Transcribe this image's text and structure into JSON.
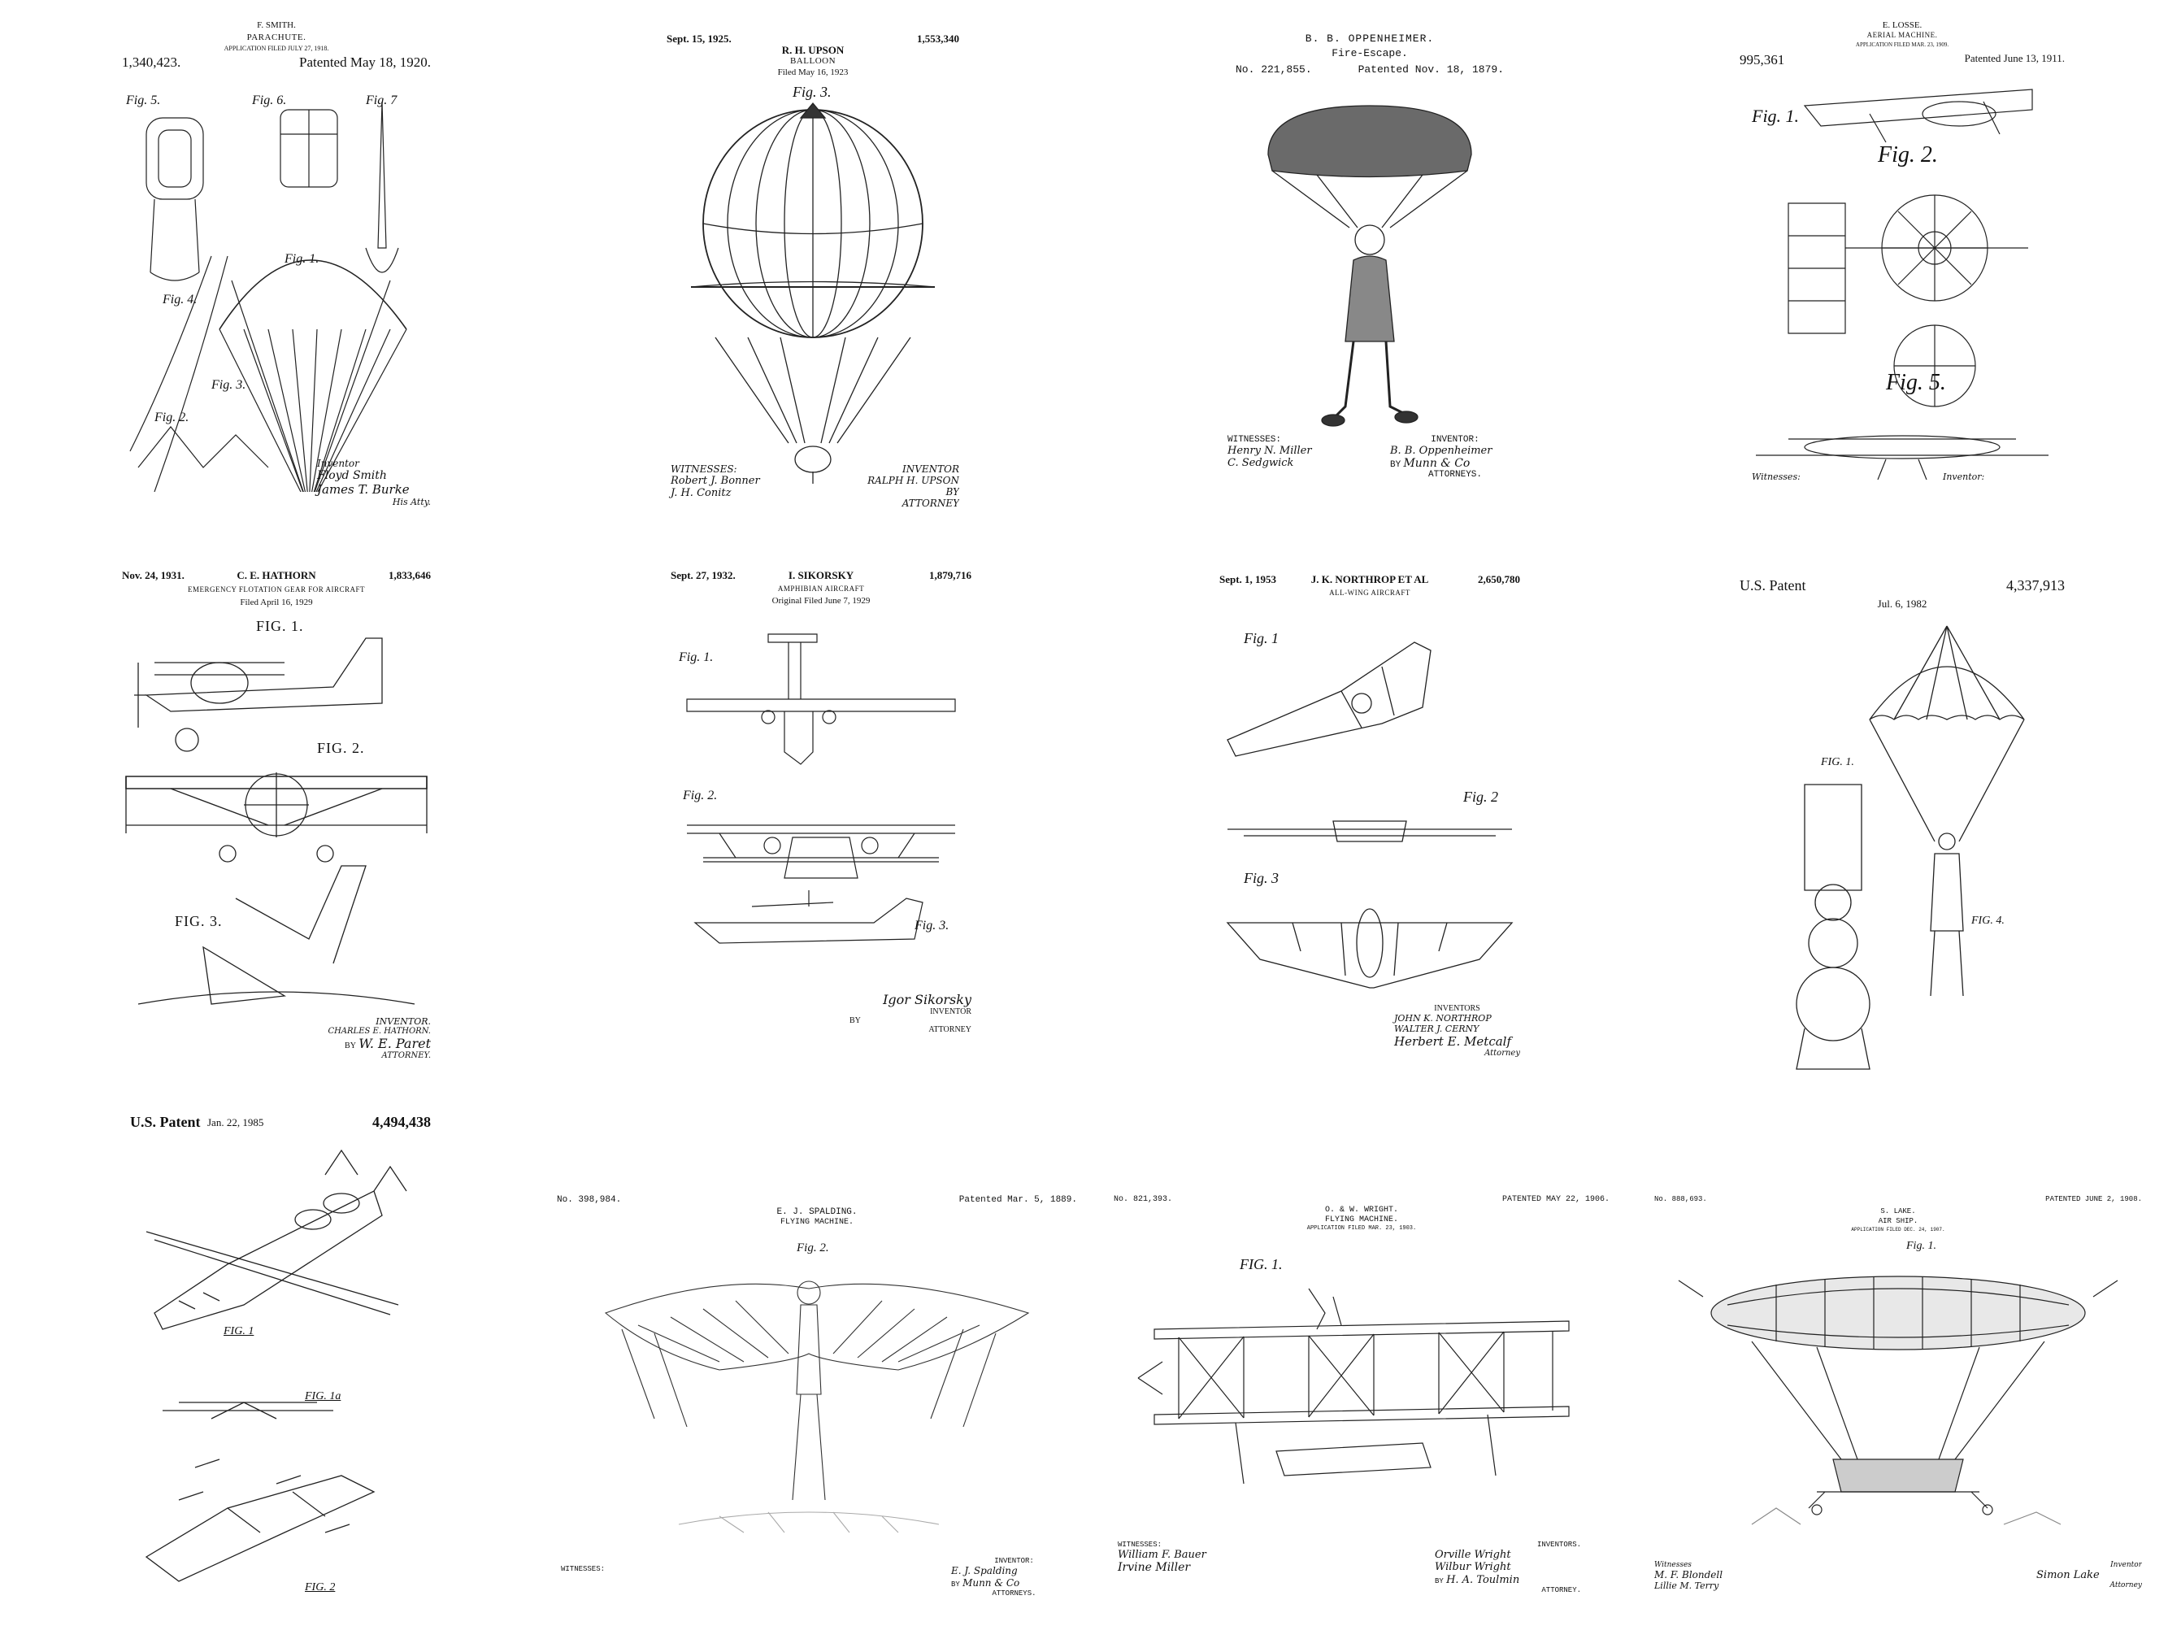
{
  "patents": [
    {
      "inventor": "F. SMITH.",
      "title": "PARACHUTE.",
      "filed": "APPLICATION FILED JULY 27, 1918.",
      "number": "1,340,423.",
      "date": "Patented May 18, 1920.",
      "fig_labels": [
        "Fig. 5.",
        "Fig. 6.",
        "Fig. 7",
        "Fig. 1.",
        "Fig. 4.",
        "Fig. 3.",
        "Fig. 2."
      ],
      "signature_label": "Inventor",
      "inventor_name": "Floyd Smith",
      "attorney_name": "James T. Burke",
      "attorney_label": "His Atty."
    },
    {
      "date": "Sept. 15, 1925.",
      "inventor": "R. H. UPSON",
      "number": "1,553,340",
      "title": "BALLOON",
      "filed": "Filed May 16, 1923",
      "fig_labels": [
        "Fig. 3."
      ],
      "witness_label": "WITNESSES:",
      "witness_names": [
        "Robert J. Bonner",
        "J. H. Conitz"
      ],
      "inventor_label": "INVENTOR",
      "inventor_name": "RALPH H. UPSON",
      "by_label": "BY",
      "attorney_label": "ATTORNEY"
    },
    {
      "inventor": "B. B. OPPENHEIMER.",
      "title": "Fire-Escape.",
      "number": "No. 221,855.",
      "date": "Patented Nov. 18, 1879.",
      "witness_label": "WITNESSES:",
      "witness_names": [
        "Henry N. Miller",
        "C. Sedgwick"
      ],
      "inventor_label": "INVENTOR:",
      "inventor_name": "B. B. Oppenheimer",
      "by_label": "BY",
      "attorney_name": "Munn & Co",
      "attorney_label": "ATTORNEYS."
    },
    {
      "inventor": "E. LOSSE.",
      "title": "AERIAL MACHINE.",
      "filed": "APPLICATION FILED MAR. 23, 1909.",
      "number": "995,361",
      "date": "Patented June 13, 1911.",
      "fig_labels": [
        "Fig. 1.",
        "Fig. 2.",
        "Fig. 5."
      ],
      "witness_label": "Witnesses:",
      "inventor_label": "Inventor:"
    },
    {
      "date": "Nov. 24, 1931.",
      "inventor": "C. E. HATHORN",
      "number": "1,833,646",
      "title": "EMERGENCY FLOTATION GEAR FOR AIRCRAFT",
      "filed": "Filed April 16, 1929",
      "fig_labels": [
        "FIG. 1.",
        "FIG. 2.",
        "FIG. 3."
      ],
      "inventor_label": "INVENTOR.",
      "inventor_name": "CHARLES E. HATHORN.",
      "by_label": "BY",
      "attorney_name": "W. E. Paret",
      "attorney_label": "ATTORNEY."
    },
    {
      "date": "Sept. 27, 1932.",
      "inventor": "I. SIKORSKY",
      "number": "1,879,716",
      "title": "AMPHIBIAN AIRCRAFT",
      "filed": "Original Filed June 7, 1929",
      "fig_labels": [
        "Fig. 1.",
        "Fig. 2.",
        "Fig. 3."
      ],
      "inventor_name": "Igor Sikorsky",
      "inventor_label": "INVENTOR",
      "by_label": "BY",
      "attorney_label": "ATTORNEY"
    },
    {
      "date": "Sept. 1, 1953",
      "inventor": "J. K. NORTHROP ET AL",
      "number": "2,650,780",
      "title": "ALL-WING AIRCRAFT",
      "fig_labels": [
        "Fig. 1",
        "Fig. 2",
        "Fig. 3"
      ],
      "inventor_label": "INVENTORS",
      "inventor_names": [
        "JOHN K. NORTHROP",
        "WALTER J. CERNY"
      ],
      "attorney_name": "Herbert E. Metcalf",
      "attorney_label": "Attorney"
    },
    {
      "left": "U.S. Patent",
      "date": "Jul. 6, 1982",
      "number": "4,337,913",
      "fig_labels": [
        "FIG. 1.",
        "FIG. 4."
      ]
    },
    {
      "left": "U.S. Patent",
      "date": "Jan. 22, 1985",
      "number": "4,494,438",
      "fig_labels": [
        "FIG. 1",
        "FIG. 1a",
        "FIG. 2"
      ]
    },
    {
      "number": "No. 398,984.",
      "inventor": "E. J. SPALDING.",
      "title": "FLYING MACHINE.",
      "date": "Patented Mar. 5, 1889.",
      "fig_labels": [
        "Fig. 2."
      ],
      "witness_label": "WITNESSES:",
      "inventor_label": "INVENTOR:",
      "inventor_name": "E. J. Spalding",
      "by_label": "BY",
      "attorney_name": "Munn & Co",
      "attorney_label": "ATTORNEYS."
    },
    {
      "number": "No. 821,393.",
      "inventor": "O. & W. WRIGHT.",
      "title": "FLYING MACHINE.",
      "filed": "APPLICATION FILED MAR. 23, 1903.",
      "date": "PATENTED MAY 22, 1906.",
      "fig_labels": [
        "FIG. 1."
      ],
      "witness_label": "WITNESSES:",
      "witness_names": [
        "William F. Bauer",
        "Irvine Miller"
      ],
      "inventor_label": "INVENTORS.",
      "inventor_names": [
        "Orville Wright",
        "Wilbur Wright"
      ],
      "by_label": "BY",
      "attorney_name": "H. A. Toulmin",
      "attorney_label": "ATTORNEY."
    },
    {
      "number": "No. 888,693.",
      "inventor": "S. LAKE.",
      "title": "AIR SHIP.",
      "filed": "APPLICATION FILED DEC. 24, 1907.",
      "date": "PATENTED JUNE 2, 1908.",
      "fig_labels": [
        "Fig. 1."
      ],
      "witness_label": "Witnesses",
      "witness_names": [
        "M. F. Blondell",
        "Lillie M. Terry"
      ],
      "inventor_label": "Inventor",
      "inventor_name": "Simon Lake",
      "attorney_label": "Attorney"
    }
  ]
}
